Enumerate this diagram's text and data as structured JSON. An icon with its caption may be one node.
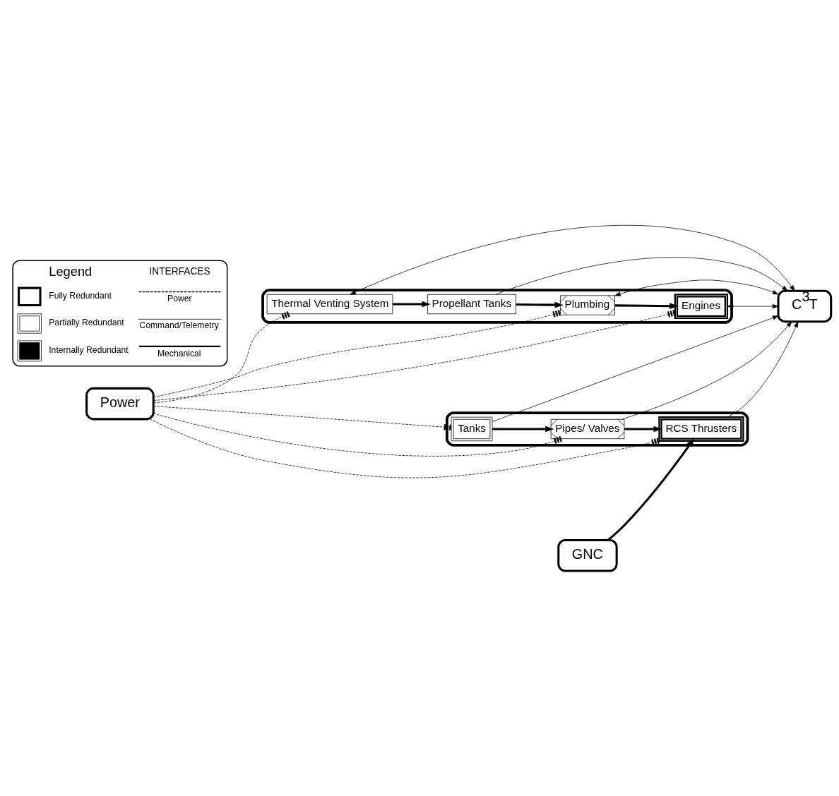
{
  "diagram": {
    "nodes": [
      {
        "text": [],
        "shape": "box"
      },
      {
        "text": [
          "Propellant Tanks"
        ],
        "in": 0
      },
      {
        "text": [
          "Plumbing"
        ],
        "in": 0
      },
      {
        "text": [
          "Engines"
        ],
        "in": 0
      },
      {
        "text": [
          "Thermal Venting System"
        ],
        "in": 0
      },
      {
        "text": [],
        "shape": "box"
      },
      {
        "text": [
          "Tanks"
        ],
        "in": 5
      },
      {
        "text": [
          "Pipes/ Valves"
        ],
        "in": 5
      },
      {
        "text": [
          "RCS Thrusters"
        ],
        "in": 5
      },
      {
        "text": [
          "Power"
        ]
      },
      {
        "text": [
          "C$^{3}$T"
        ]
      },
      {
        "text": [
          "GNC"
        ]
      }
    ],
    "edges": [
      {
        "from": 1,
        "to": 2,
        "arrow": "to",
        "style": "thick"
      },
      {
        "from": 2,
        "to": 3,
        "arrow": "to",
        "style": "thick"
      },
      {
        "from": 4,
        "to": 1,
        "arrow": "to",
        "style": "thick"
      },
      {
        "from": 6,
        "to": 7,
        "arrow": "to",
        "style": "thick"
      },
      {
        "from": 7,
        "to": 8,
        "arrow": "to",
        "style": "thick"
      },
      {
        "from": 11,
        "to": 8,
        "arrow": "to",
        "style": "thick"
      },
      {
        "from": 9,
        "to": 2,
        "arrow": "other",
        "style": "dashed"
      },
      {
        "from": 9,
        "to": 3,
        "arrow": "other",
        "style": "dashed"
      },
      {
        "from": 9,
        "to": 4,
        "arrow": "other",
        "style": "dashed"
      },
      {
        "from": 9,
        "to": 6,
        "arrow": "other",
        "style": "dashed"
      },
      {
        "from": 9,
        "to": 7,
        "arrow": "other",
        "style": "dashed"
      },
      {
        "from": 9,
        "to": 8,
        "arrow": "other",
        "style": "dashed"
      },
      {
        "from": 2,
        "to": 10,
        "arrow": "both"
      },
      {
        "from": 1,
        "to": 10,
        "arrow": "to"
      },
      {
        "from": 4,
        "to": 10,
        "arrow": "both"
      },
      {
        "from": 3,
        "to": 10,
        "arrow": "both"
      },
      {
        "from": 6,
        "to": 10,
        "arrow": "to"
      },
      {
        "from": 7,
        "to": 10,
        "arrow": "to"
      },
      {
        "from": 8,
        "to": 10,
        "arrow": "to"
      }
    ],
    "labels": [
      "Legend",
      "INTERFACES"
    ],
    "legend": [
      {
        "text": "Fully Redundant"
      },
      {
        "text": "Partially Redundant"
      },
      {
        "text": "Internally Redundant"
      },
      {
        "text": "Power"
      },
      {
        "text": "Command/Telemetry"
      },
      {
        "text": "Mechanical"
      }
    ]
  }
}
